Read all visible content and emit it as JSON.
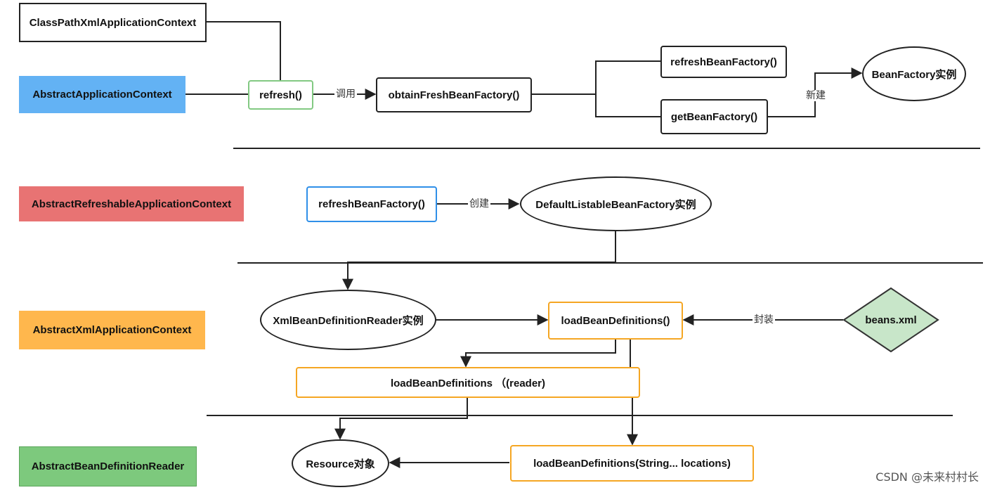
{
  "lanes": {
    "abstract_application_context": {
      "label": "AbstractApplicationContext",
      "color": "#63B2F4"
    },
    "abstract_refreshable": {
      "label": "AbstractRefreshableApplicationContext",
      "color": "#E87373"
    },
    "abstract_xml": {
      "label": "AbstractXmlApplicationContext",
      "color": "#FFB74D"
    },
    "abstract_bean_def_reader": {
      "label": "AbstractBeanDefinitionReader",
      "color": "#7DC97D"
    }
  },
  "nodes": {
    "classpath_xml": "ClassPathXmlApplicationContext",
    "refresh": "refresh()",
    "obtain_fresh": "obtainFreshBeanFactory()",
    "refresh_bean_factory_top": "refreshBeanFactory()",
    "get_bean_factory": "getBeanFactory()",
    "bean_factory_instance": "BeanFactory实例",
    "refresh_bean_factory": "refreshBeanFactory()",
    "default_listable": "DefaultListableBeanFactory实例",
    "xml_reader_instance": "XmlBeanDefinitionReader实例",
    "load_bean_defs": "loadBeanDefinitions()",
    "beans_xml": "beans.xml",
    "load_bean_defs_reader": "loadBeanDefinitions （(reader)",
    "resource": "Resource对象",
    "load_bean_defs_strings": "loadBeanDefinitions(String... locations)"
  },
  "edge_labels": {
    "call": "调用",
    "new_build": "新建",
    "create": "创建",
    "wrap": "封装"
  },
  "colors": {
    "green_border": "#82C982",
    "blue_border": "#2F8FE8",
    "orange_border": "#F5A623",
    "diamond_fill": "#C8E6C9",
    "diamond_stroke": "#333333"
  },
  "watermark": "CSDN @未来村村长"
}
